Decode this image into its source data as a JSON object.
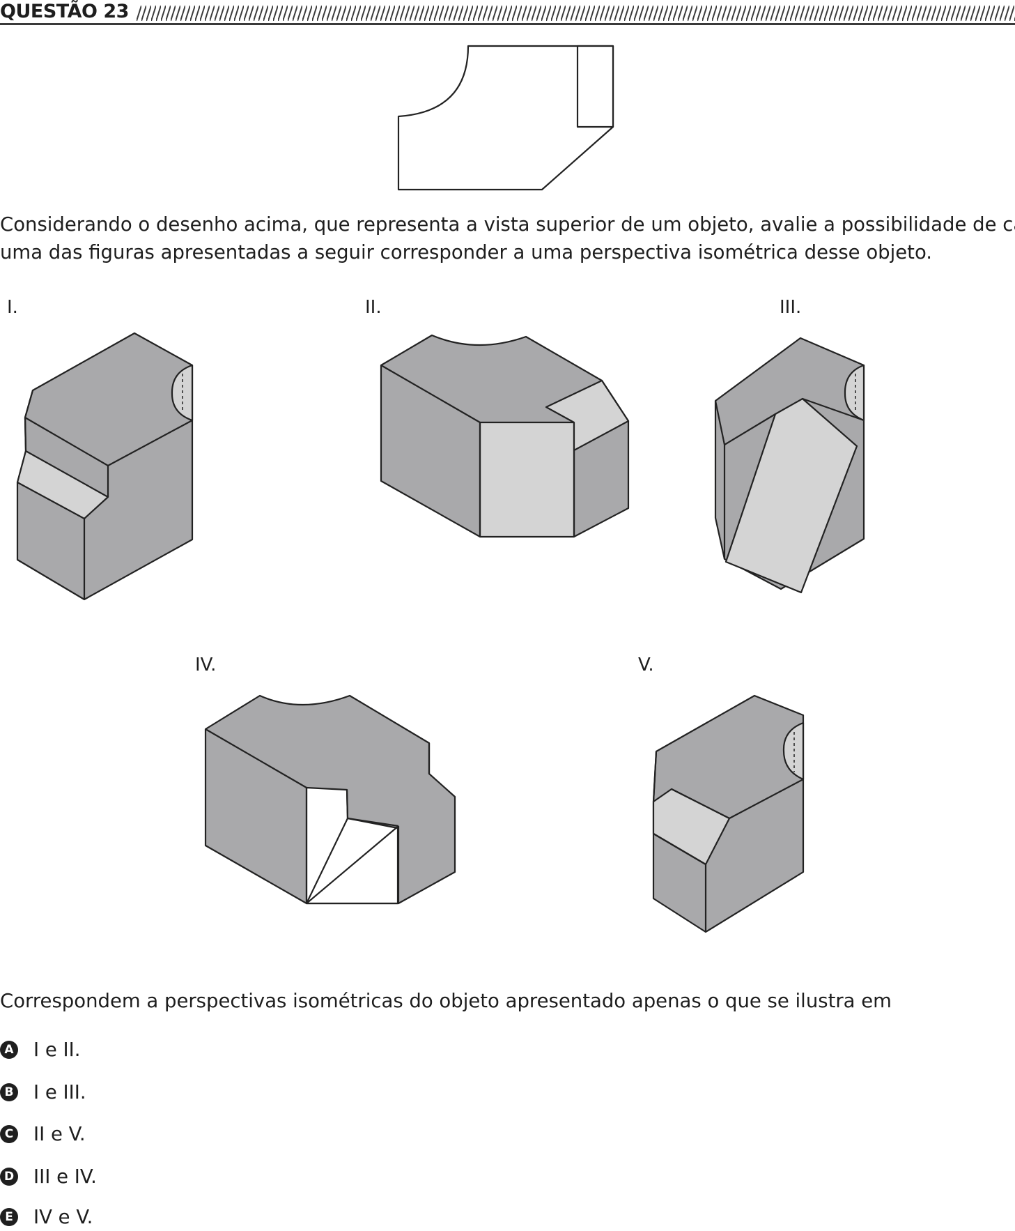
{
  "question": {
    "title": "QUESTÃO 23"
  },
  "statement": [
    "Considerando o desenho acima, que representa a vista superior de um objeto, avalie a possibilidade de cada",
    "uma das figuras apresentadas a seguir corresponder a uma perspectiva isométrica desse objeto."
  ],
  "figures": [
    {
      "label": "I."
    },
    {
      "label": "II."
    },
    {
      "label": "III."
    },
    {
      "label": "IV."
    },
    {
      "label": "V."
    }
  ],
  "prompt": "Correspondem a perspectivas isométricas do objeto apresentado apenas o que se ilustra em",
  "options": [
    {
      "letter": "A",
      "text": "I e II."
    },
    {
      "letter": "B",
      "text": "I e III."
    },
    {
      "letter": "C",
      "text": "II e V."
    },
    {
      "letter": "D",
      "text": "III e IV."
    },
    {
      "letter": "E",
      "text": "IV e V."
    }
  ],
  "colors": {
    "dark_face": "#a9a9ab",
    "light_face": "#d4d4d4",
    "white_face": "#ffffff",
    "stroke": "#222222"
  }
}
